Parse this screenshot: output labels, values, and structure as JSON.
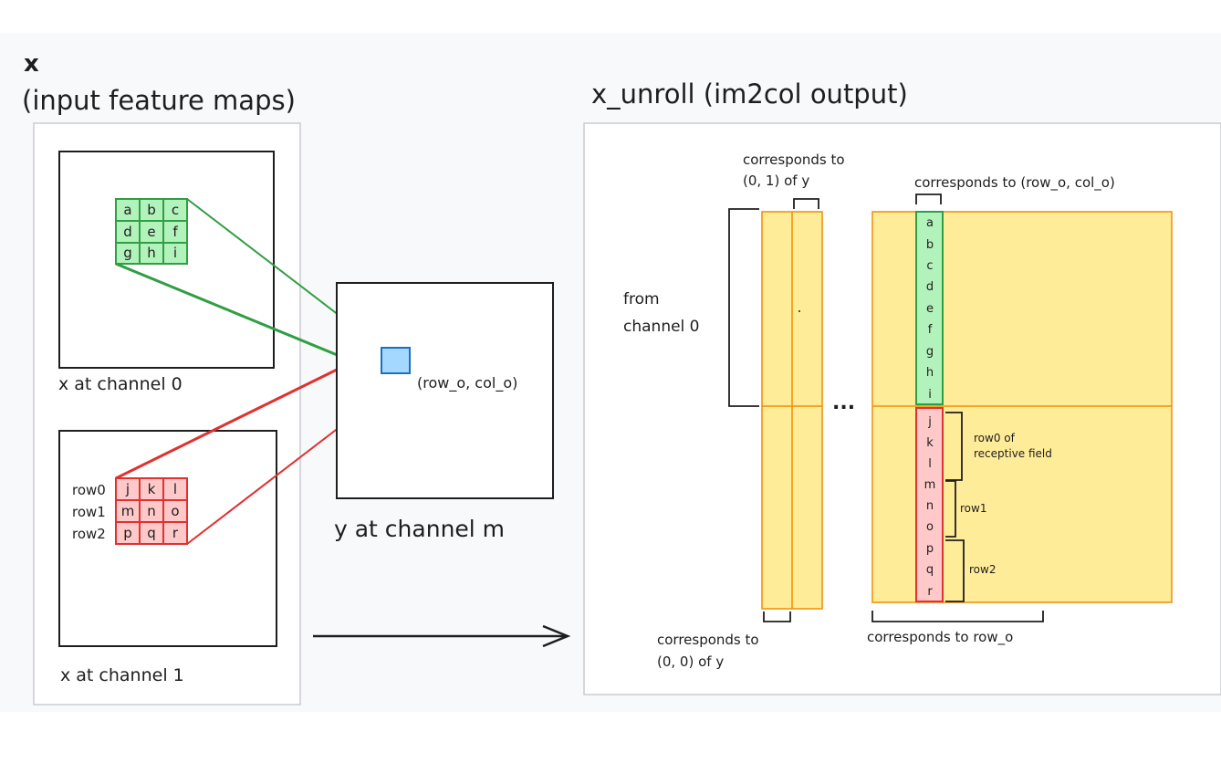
{
  "colors": {
    "background_band": "#f8f9fa",
    "panel_fill": "#ffffff",
    "panel_stroke": "#c9ccd1",
    "ink": "#1e1e1e",
    "green_fill": "#b2f2bb",
    "green_stroke": "#2f9e44",
    "red_fill": "#ffc9c9",
    "red_stroke": "#e03131",
    "blue_fill": "#a5d8ff",
    "blue_stroke": "#1971c2",
    "yellow_fill": "#ffec99",
    "yellow_stroke": "#f08c00"
  },
  "left": {
    "title_line1": "x",
    "title_line2": "(input feature maps)",
    "map0_label": "x at channel 0",
    "map1_label": "x at channel 1",
    "green_cells": [
      "a",
      "b",
      "c",
      "d",
      "e",
      "f",
      "g",
      "h",
      "i"
    ],
    "red_cells": [
      "j",
      "k",
      "l",
      "m",
      "n",
      "o",
      "p",
      "q",
      "r"
    ],
    "row_labels": [
      "row0",
      "row1",
      "row2"
    ]
  },
  "middle": {
    "output_label": "y at channel m",
    "position_label": "(row_o, col_o)"
  },
  "right": {
    "title": "x_unroll (im2col output)",
    "corr_01_line1": "corresponds to",
    "corr_01_line2": "(0, 1) of y",
    "corr_rowcol": "corresponds to (row_o, col_o)",
    "from_channel_line1": "from",
    "from_channel_line2": "channel 0",
    "ellipsis": "...",
    "receptive_line1": "row0 of",
    "receptive_line2": "receptive field",
    "row1_label": "row1",
    "row2_label": "row2",
    "corr_00_line1": "corresponds to",
    "corr_00_line2": "(0, 0) of y",
    "corr_row": "corresponds to row_o",
    "green_column": [
      "a",
      "b",
      "c",
      "d",
      "e",
      "f",
      "g",
      "h",
      "i"
    ],
    "red_column": [
      "j",
      "k",
      "l",
      "m",
      "n",
      "o",
      "p",
      "q",
      "r"
    ]
  }
}
